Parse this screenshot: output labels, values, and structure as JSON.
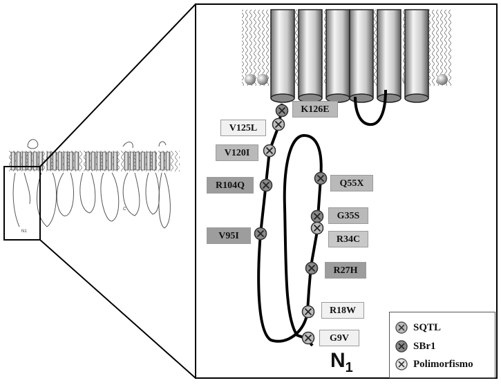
{
  "overview": {
    "n_label": "N",
    "n_sub": "1",
    "c_label": "C"
  },
  "mutations": [
    {
      "id": "k126e",
      "label": "K126E",
      "shade": "mid"
    },
    {
      "id": "v125l",
      "label": "V125L",
      "shade": "light"
    },
    {
      "id": "v120i",
      "label": "V120I",
      "shade": "mid"
    },
    {
      "id": "r104q",
      "label": "R104Q",
      "shade": "dark"
    },
    {
      "id": "v95i",
      "label": "V95I",
      "shade": "dark"
    },
    {
      "id": "q55x",
      "label": "Q55X",
      "shade": "mid"
    },
    {
      "id": "g35s",
      "label": "G35S",
      "shade": "mid"
    },
    {
      "id": "r34c",
      "label": "R34C",
      "shade": "mid2"
    },
    {
      "id": "r27h",
      "label": "R27H",
      "shade": "dark"
    },
    {
      "id": "r18w",
      "label": "R18W",
      "shade": "light"
    },
    {
      "id": "g9v",
      "label": "G9V",
      "shade": "light"
    }
  ],
  "legend": {
    "items": [
      {
        "label": "SQTL",
        "color": "#bdbdbd"
      },
      {
        "label": "SBr1",
        "color": "#8a8a8a"
      },
      {
        "label": "Polimorfismo",
        "color": "#e6e6e6"
      }
    ]
  },
  "terminus_label": "N",
  "terminus_sub": "1"
}
